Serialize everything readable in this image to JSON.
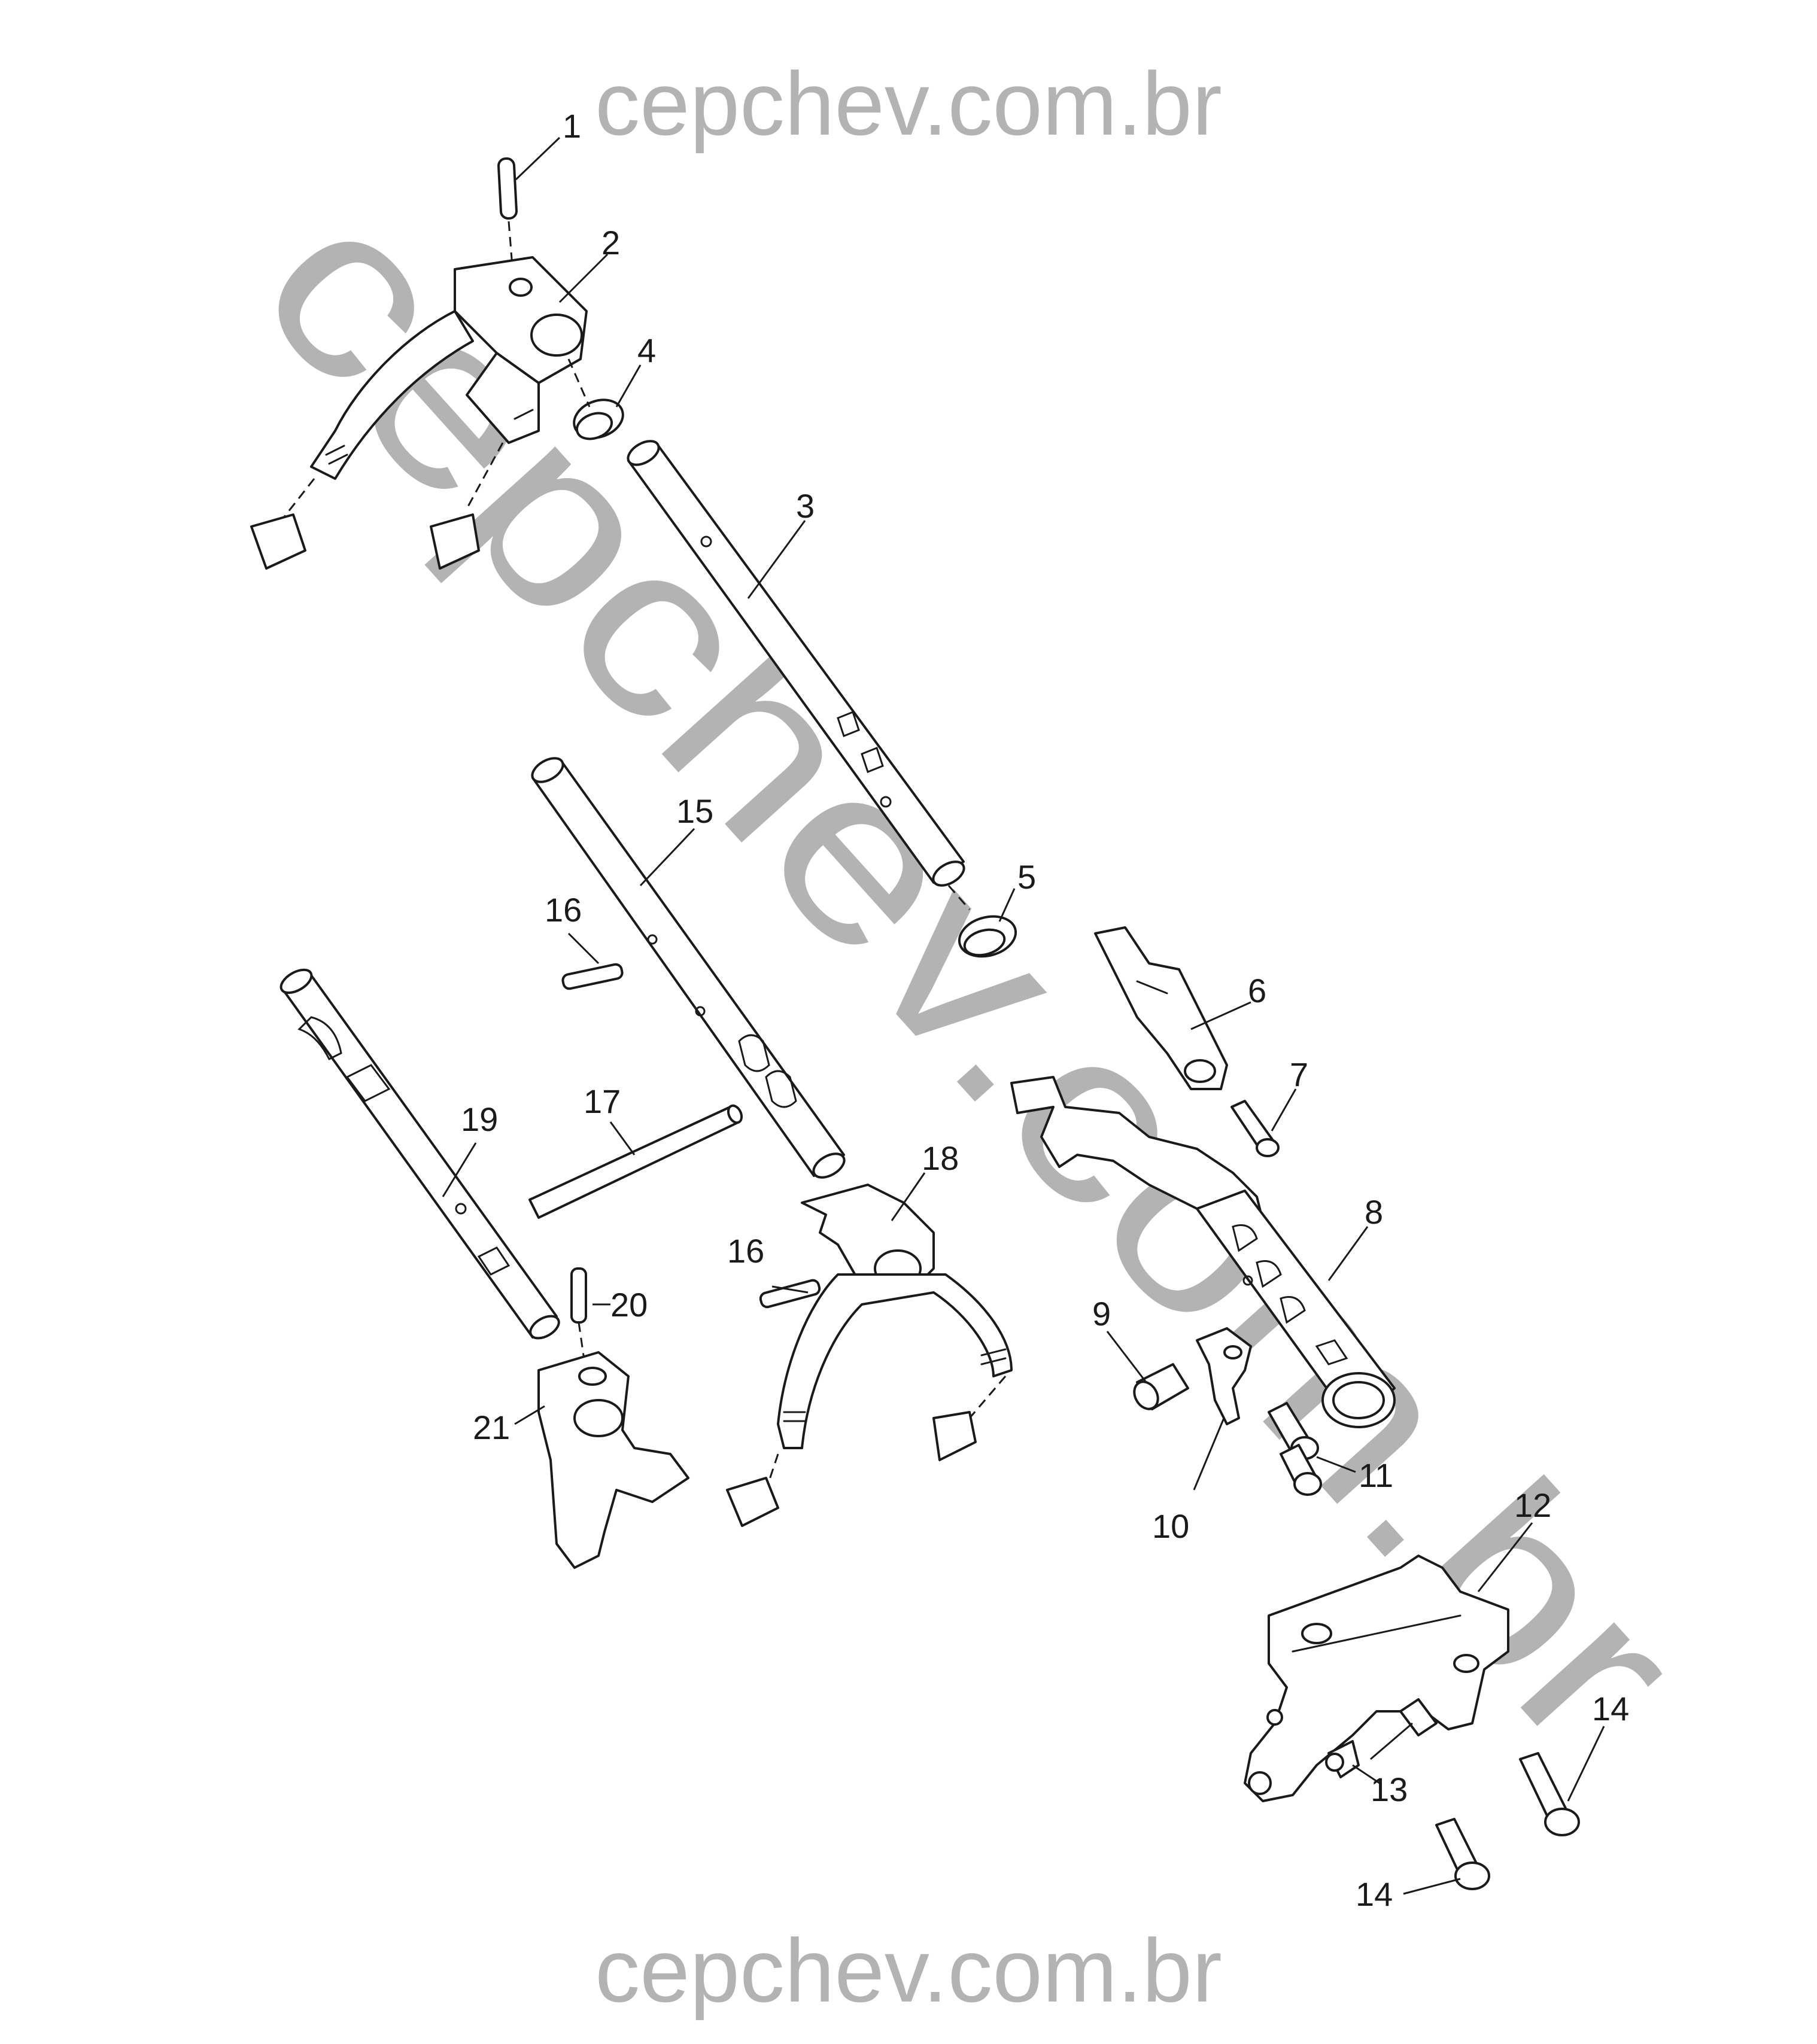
{
  "watermark": {
    "top_text": "cepchev.com.br",
    "bottom_text": "cepchev.com.br",
    "diagonal_text": "cepchev.com.br",
    "color": "#b3b3b3"
  },
  "callouts": [
    "1",
    "2",
    "3",
    "4",
    "5",
    "6",
    "7",
    "8",
    "9",
    "10",
    "11",
    "12",
    "13",
    "14",
    "14",
    "15",
    "16",
    "16",
    "17",
    "18",
    "19",
    "20",
    "21"
  ]
}
